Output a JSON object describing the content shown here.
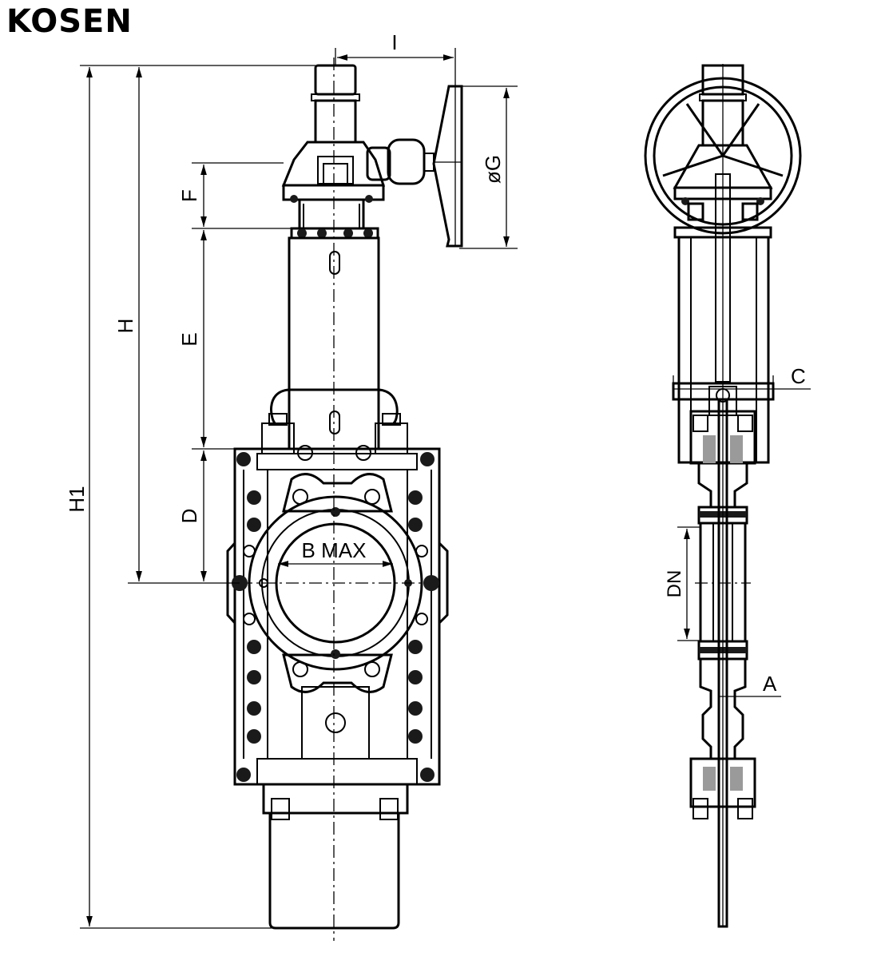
{
  "brand": {
    "name": "KOSEN"
  },
  "dimensions": {
    "I": "I",
    "G": "øG",
    "F": "F",
    "E": "E",
    "H": "H",
    "H1": "H1",
    "D": "D",
    "B": "B  MAX",
    "C": "C",
    "DN": "DN",
    "A": "A"
  },
  "colors": {
    "line": "#000000",
    "background": "#ffffff"
  }
}
